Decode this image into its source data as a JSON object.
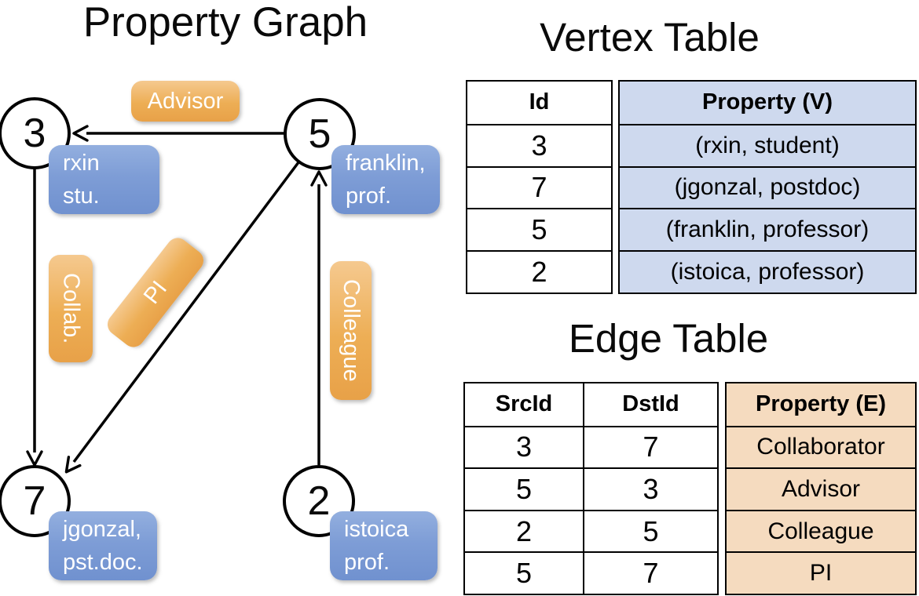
{
  "colors": {
    "edge_label_orange": "#EDAE55",
    "vertex_label_blue": "#7E9DD6",
    "vertex_table_fill": "#CED9EE",
    "edge_table_fill": "#F5DBBF",
    "line_color": "#000000"
  },
  "graph": {
    "title": "Property Graph",
    "nodes": [
      {
        "id": "3",
        "label": "rxin\nstu."
      },
      {
        "id": "5",
        "label": "franklin,\nprof."
      },
      {
        "id": "7",
        "label": "jgonzal,\npst.doc."
      },
      {
        "id": "2",
        "label": "istoica\nprof."
      }
    ],
    "edge_labels": {
      "advisor": "Advisor",
      "collab": "Collab.",
      "pi": "PI",
      "colleague": "Colleague"
    }
  },
  "vertex_table": {
    "title": "Vertex Table",
    "columns": {
      "id": "Id",
      "property": "Property (V)"
    },
    "rows": [
      {
        "id": "3",
        "property": "(rxin, student)"
      },
      {
        "id": "7",
        "property": "(jgonzal, postdoc)"
      },
      {
        "id": "5",
        "property": "(franklin, professor)"
      },
      {
        "id": "2",
        "property": "(istoica, professor)"
      }
    ]
  },
  "edge_table": {
    "title": "Edge Table",
    "columns": {
      "src": "SrcId",
      "dst": "DstId",
      "property": "Property (E)"
    },
    "rows": [
      {
        "src": "3",
        "dst": "7",
        "property": "Collaborator"
      },
      {
        "src": "5",
        "dst": "3",
        "property": "Advisor"
      },
      {
        "src": "2",
        "dst": "5",
        "property": "Colleague"
      },
      {
        "src": "5",
        "dst": "7",
        "property": "PI"
      }
    ]
  }
}
